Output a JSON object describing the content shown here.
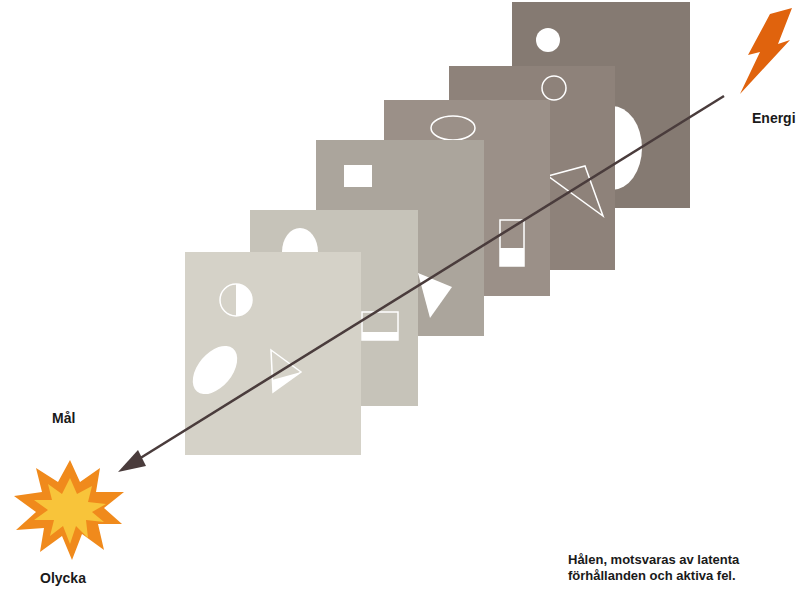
{
  "diagram": {
    "labels": [
      "Energi",
      "Mål",
      "Olycka",
      "Hålen, motsvaras av latenta förhållanden och aktiva fel."
    ]
  }
}
